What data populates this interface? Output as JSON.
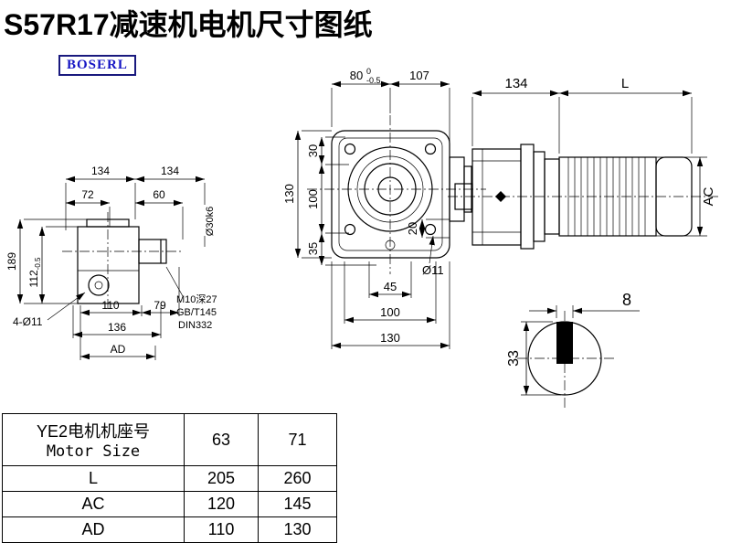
{
  "title": "S57R17减速机电机尺寸图纸",
  "logo": "BOSERL",
  "left_view": {
    "dim_134_a": "134",
    "dim_134_b": "134",
    "dim_72": "72",
    "dim_60": "60",
    "dim_shaft": "Ø30k6",
    "dim_189": "189",
    "dim_112": "112",
    "dim_112_tol": "-0.5",
    "dim_110": "110",
    "dim_79": "79",
    "dim_136": "136",
    "dim_AD": "AD",
    "dim_holes": "4-Ø11",
    "note_line1": "M10深27",
    "note_line2": "GB/T145",
    "note_line3": "DIN332"
  },
  "front_view": {
    "dim_80": "80",
    "dim_80_tol_upper": "0",
    "dim_80_tol_lower": "-0.5",
    "dim_107": "107",
    "dim_130_left": "130",
    "dim_100_left": "100",
    "dim_30": "30",
    "dim_35": "35",
    "dim_20": "20",
    "dim_45": "45",
    "dim_100_bottom": "100",
    "dim_130_bottom": "130",
    "dim_hole": "Ø11"
  },
  "side_view": {
    "dim_134": "134",
    "dim_L": "L",
    "dim_AC": "AC"
  },
  "shaft_section": {
    "dim_8": "8",
    "dim_33": "33"
  },
  "table": {
    "header": {
      "cn": "YE2电机机座号",
      "en": "Motor Size",
      "col1": "63",
      "col2": "71"
    },
    "rows": [
      {
        "label": "L",
        "col1": "205",
        "col2": "260"
      },
      {
        "label": "AC",
        "col1": "120",
        "col2": "145"
      },
      {
        "label": "AD",
        "col1": "110",
        "col2": "130"
      }
    ]
  }
}
